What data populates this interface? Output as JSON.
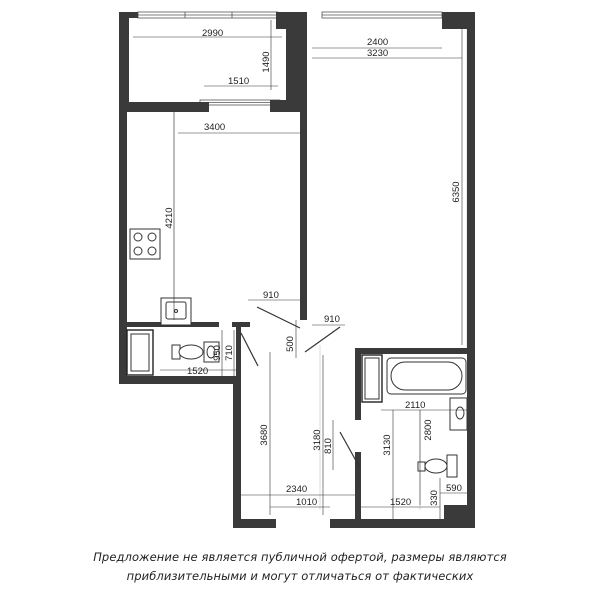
{
  "dimensions": {
    "balcony_width": "2990",
    "balcony_depth": "1490",
    "balcony_window": "1510",
    "kitchen_width": "3400",
    "kitchen_depth": "4210",
    "kitchen_door": "910",
    "room_window": "2400",
    "room_width": "3230",
    "room_depth": "6350",
    "room_door": "910",
    "door_depth": "500",
    "wc_width": "1520",
    "wc_depth_a": "950",
    "wc_depth_b": "710",
    "hall_depth": "3680",
    "hall_depth_inner": "3180",
    "hall_width": "2340",
    "entrance_door": "1010",
    "bath_door": "810",
    "bath_width": "2110",
    "bath_depth_a": "3130",
    "bath_depth_b": "2800",
    "bath_bottom_width": "1520",
    "bath_small_a": "330",
    "bath_small_b": "590"
  },
  "disclaimer": {
    "line1": "Предложение не является публичной офертой, размеры являются",
    "line2": "приблизительными и могут отличаться от фактических"
  }
}
